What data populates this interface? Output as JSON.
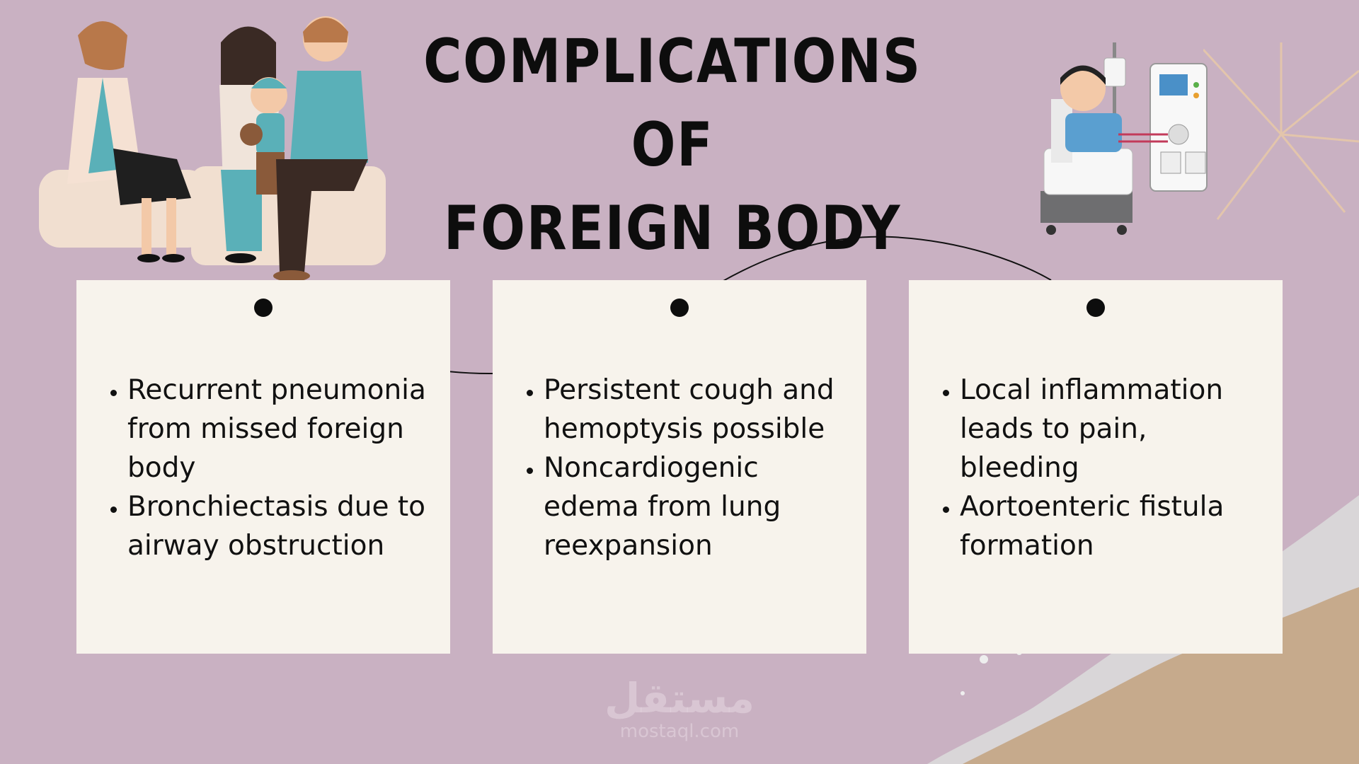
{
  "title": {
    "line1": "COMPLICATIONS OF",
    "line2": "FOREIGN BODY"
  },
  "cards": [
    {
      "items": [
        " Recurrent pneumonia from missed foreign body",
        "Bronchiectasis due to airway obstruction"
      ]
    },
    {
      "items": [
        "Persistent cough and hemoptysis possible",
        "Noncardiogenic edema from lung reexpansion"
      ]
    },
    {
      "items": [
        "Local inflammation leads to pain, bleeding",
        "Aortoenteric fistula formation"
      ]
    }
  ],
  "watermark": {
    "arabic": "مستقل",
    "url": "mostaql.com"
  },
  "icons": {
    "left": "doctor-family-illustration",
    "right": "dialysis-patient-illustration",
    "sparkle": "sparkle-decoration"
  },
  "colors": {
    "background": "#c9b1c2",
    "card": "#f7f3ec",
    "text": "#111111",
    "accent_sand": "#c6aa8c"
  }
}
